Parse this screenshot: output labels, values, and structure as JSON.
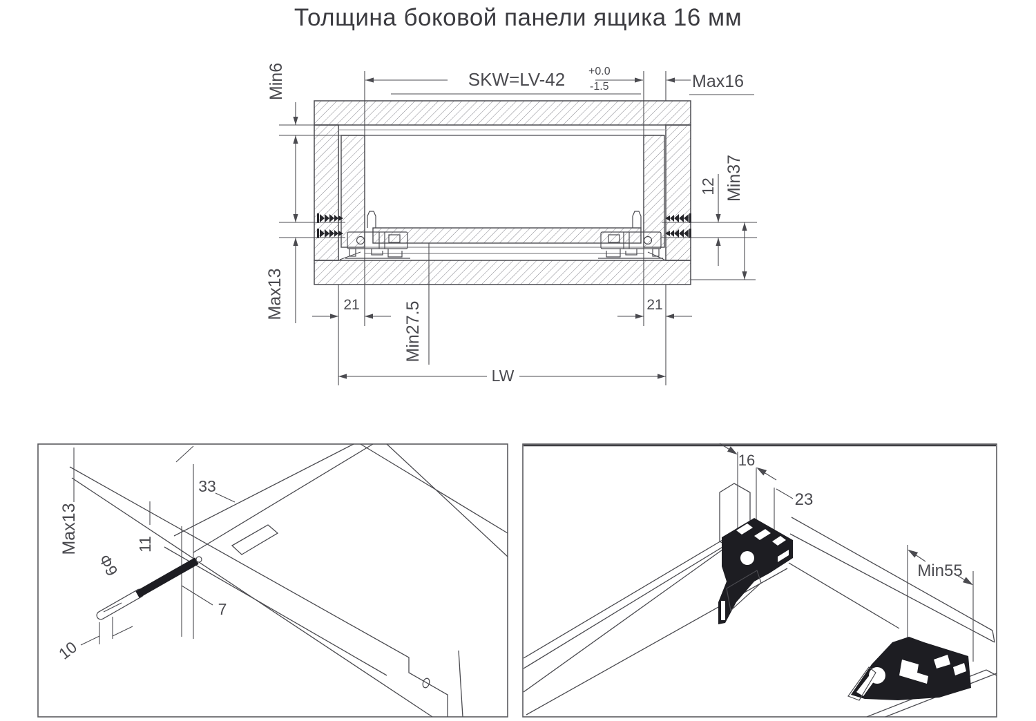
{
  "title": "Толщина боковой панели ящика 16 мм",
  "colors": {
    "line": "#4b4b50",
    "title": "#3b3b40",
    "hatch": "#85858d",
    "solid": "#1d1d22"
  },
  "top_view": {
    "labels": {
      "min6": "Min6",
      "skw": "SKW=LV-42",
      "tol_plus": "+0.0",
      "tol_minus": "-1.5",
      "max16": "Max16",
      "d12": "12",
      "min37": "Min37",
      "max13": "Max13",
      "d21_left": "21",
      "min27_5": "Min27.5",
      "d21_right": "21",
      "lw": "LW"
    }
  },
  "front_corner_view": {
    "labels": {
      "max13": "Max13",
      "dia9": "Φ9",
      "d11": "11",
      "d33": "33",
      "d7": "7",
      "d10": "10"
    }
  },
  "rear_corner_view": {
    "labels": {
      "d16": "16",
      "d23": "23",
      "min55": "Min55"
    }
  }
}
